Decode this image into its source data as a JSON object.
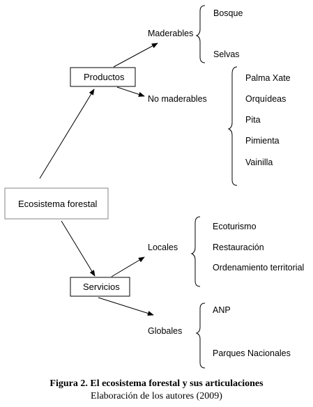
{
  "figure": {
    "nodes": {
      "root": "Ecosistema forestal",
      "productos": "Productos",
      "servicios": "Servicios",
      "maderables": "Maderables",
      "no_maderables": "No maderables",
      "locales": "Locales",
      "globales": "Globales"
    },
    "lists": {
      "maderables_items": [
        "Bosque",
        "Selvas"
      ],
      "no_maderables_items": [
        "Palma Xate",
        "Orquídeas",
        "Pita",
        "Pimienta",
        "Vainilla"
      ],
      "locales_items": [
        "Ecoturismo",
        "Restauración",
        "Ordenamiento territorial"
      ],
      "globales_items": [
        "ANP",
        "Parques Nacionales"
      ]
    },
    "caption": {
      "title": "Figura 2. El ecosistema forestal y sus articulaciones",
      "subtitle": "Elaboración de los autores (2009)"
    }
  }
}
